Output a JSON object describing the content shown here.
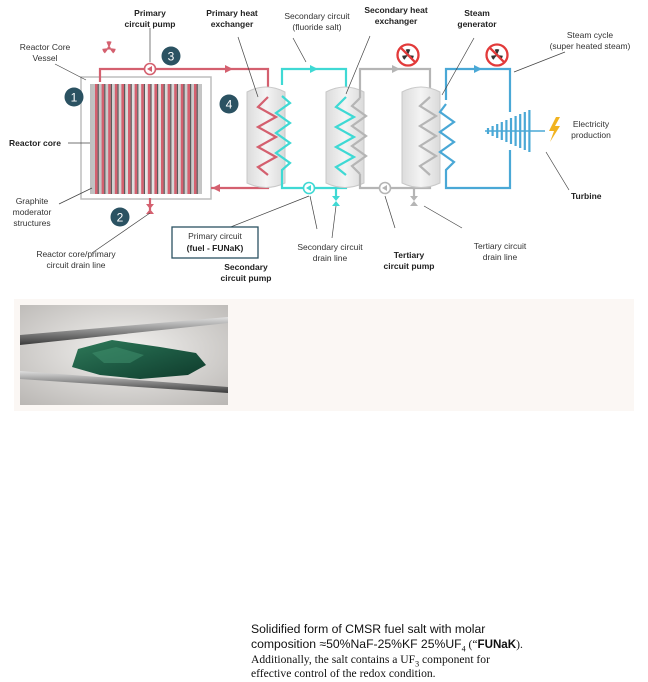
{
  "colors": {
    "primary_loop": "#d4606f",
    "secondary_loop": "#3fd9d4",
    "tertiary_loop": "#b5b5b5",
    "steam_loop": "#4aa8d6",
    "badge": "#2b5262",
    "label_bold": "#222222"
  },
  "labels": {
    "reactor_core_vessel": [
      "Reactor Core",
      "Vessel"
    ],
    "reactor_core": "Reactor core",
    "graphite_moderator": [
      "Graphite",
      "moderator",
      "structures"
    ],
    "drain_line_primary": [
      "Reactor core/primary",
      "circuit drain line"
    ],
    "primary_circuit_pump": [
      "Primary",
      "circuit pump"
    ],
    "primary_heat_exchanger": [
      "Primary heat",
      "exchanger"
    ],
    "secondary_circuit": [
      "Secondary circuit",
      "(fluoride salt)"
    ],
    "secondary_heat_exchanger": [
      "Secondary heat",
      "exchanger"
    ],
    "steam_generator": [
      "Steam",
      "generator"
    ],
    "steam_cycle": [
      "Steam cycle",
      "(super heated steam)"
    ],
    "electricity": [
      "Electricity",
      "production"
    ],
    "turbine": "Turbine",
    "primary_circuit_box": [
      "Primary circuit",
      "(fuel - FUNaK)"
    ],
    "secondary_circuit_pump": [
      "Secondary",
      "circuit pump"
    ],
    "secondary_drain_line": [
      "Secondary circuit",
      "drain line"
    ],
    "tertiary_circuit_pump": [
      "Tertiary",
      "circuit pump"
    ],
    "tertiary_drain_line": [
      "Tertiary circuit",
      "drain line"
    ]
  },
  "badges": [
    "1",
    "2",
    "3",
    "4"
  ],
  "caption": {
    "line1": "Solidified form of CMSR fuel salt with molar",
    "line2_a": "composition ≈50%NaF-25%KF 25%UF",
    "line2_sub": "4",
    "line2_b": " (“",
    "line2_bold": "FUNaK",
    "line2_c": ").",
    "line3_a": "Additionally, the salt contains a UF",
    "line3_sub": "3",
    "line3_b": " component for",
    "line4": "effective control of the redox condition."
  }
}
